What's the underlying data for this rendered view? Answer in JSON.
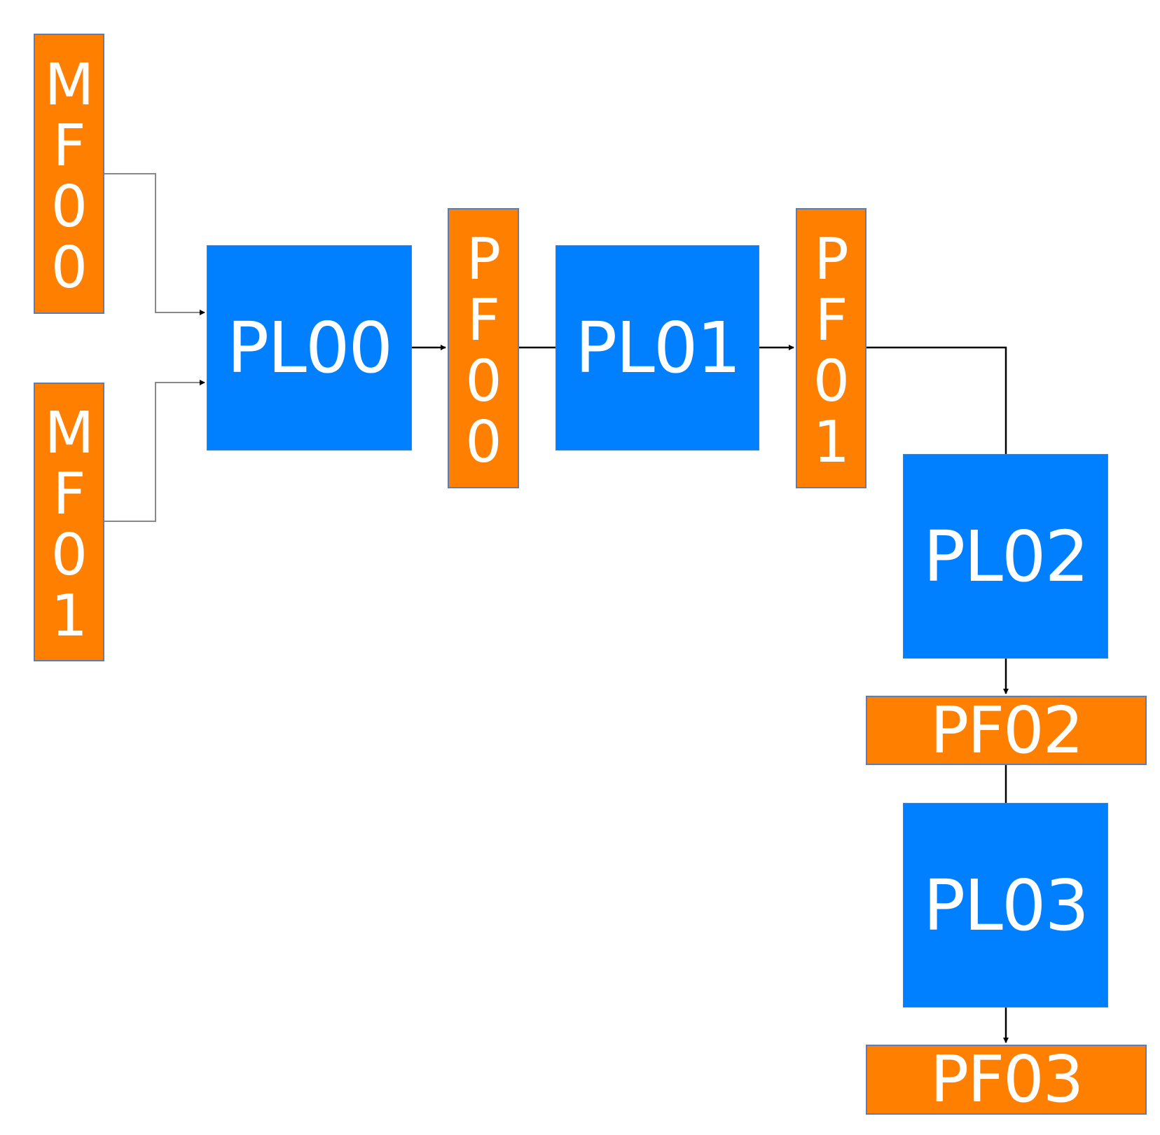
{
  "nodes": {
    "mf00": "MF00",
    "mf01": "MF01",
    "pl00": "PL00",
    "pf00": "PF00",
    "pl01": "PL01",
    "pf01": "PF01",
    "pl02": "PL02",
    "pf02": "PF02",
    "pl03": "PL03",
    "pf03": "PF03"
  },
  "colors": {
    "pipeline_block": "#0080ff",
    "fifo_block": "#ff8000",
    "fifo_border": "#5b7dba",
    "label_text": "#ffffff",
    "connector_main": "#000000",
    "connector_input": "#888888"
  }
}
